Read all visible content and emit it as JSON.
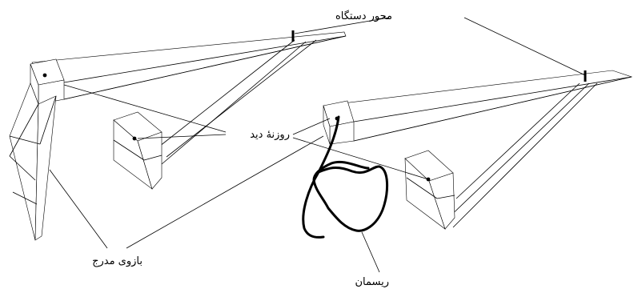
{
  "labels": {
    "device_axis": "محور دستگاه",
    "sight_window": "روزنهٔ دید",
    "graduated_arm": "بازوی مدرج",
    "string": "ریسمان"
  }
}
